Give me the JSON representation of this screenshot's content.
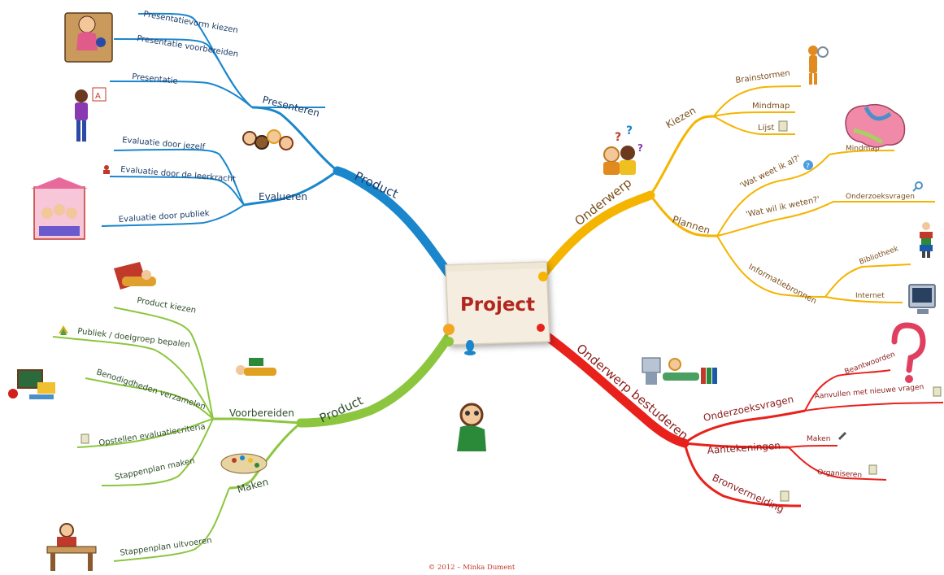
{
  "central": {
    "title": "Project"
  },
  "colors": {
    "blue": "#1a86cc",
    "orange": "#f5b400",
    "red": "#e8211c",
    "green": "#8cc63f",
    "title_red": "#b3261e",
    "blue_text": "#1c3c66",
    "orange_text": "#7a4f1c",
    "red_text": "#8a1b1b",
    "green_text": "#2f4f2a"
  },
  "branches": {
    "product_top": {
      "label": "Product",
      "presenteren": {
        "label": "Presenteren",
        "items": [
          "Presentatievorm kiezen",
          "Presentatie voorbereiden",
          "Presentatie"
        ]
      },
      "evalueren": {
        "label": "Evalueren",
        "items": [
          "Evaluatie door jezelf",
          "Evaluatie door de leerkracht",
          "Evaluatie door publiek"
        ]
      }
    },
    "onderwerp": {
      "label": "Onderwerp",
      "kiezen": {
        "label": "Kiezen",
        "items": [
          "Brainstormen",
          "Mindmap",
          "Lijst"
        ]
      },
      "plannen": {
        "label": "Plannen",
        "wat_weet": "'Wat weet ik al?'",
        "wat_weet_child": "Mindmap",
        "wat_wil": "'Wat wil ik weten?'",
        "wat_wil_child": "Onderzoeksvragen",
        "informatiebronnen": "Informatiebronnen",
        "bronnen": [
          "Bibliotheek",
          "Internet"
        ]
      }
    },
    "bestuderen": {
      "label": "Onderwerp bestuderen",
      "onderzoeksvragen": {
        "label": "Onderzoeksvragen",
        "items": [
          "Beantwoorden",
          "Aanvullen met nieuwe vragen"
        ]
      },
      "aantekeningen": {
        "label": "Aantekeningen",
        "items": [
          "Maken",
          "Organiseren"
        ]
      },
      "bronvermelding": "Bronvermelding"
    },
    "product_bottom": {
      "label": "Product",
      "voorbereiden": {
        "label": "Voorbereiden",
        "items": [
          "Product kiezen",
          "Publiek / doelgroep bepalen",
          "Benodigdheden verzamelen",
          "Opstellen evaluatiecriteria",
          "Stappenplan maken"
        ]
      },
      "maken": {
        "label": "Maken",
        "items": [
          "Stappenplan uitvoeren"
        ]
      }
    }
  },
  "footer": "© 2012 – Minka Dument",
  "icons": [
    "teacher-clipart-icon",
    "presenting-child-icon",
    "children-faces-icon",
    "puppet-theater-icon",
    "thinking-child-icon",
    "magnifier-figure-icon",
    "brain-icon",
    "books-figure-icon",
    "computer-monitor-icon",
    "question-mark-icon",
    "child-at-computer-icon",
    "thinking-boy-icon",
    "reading-child-icon",
    "school-supplies-icon",
    "child-lying-icon",
    "paint-palette-icon",
    "child-at-desk-icon"
  ]
}
